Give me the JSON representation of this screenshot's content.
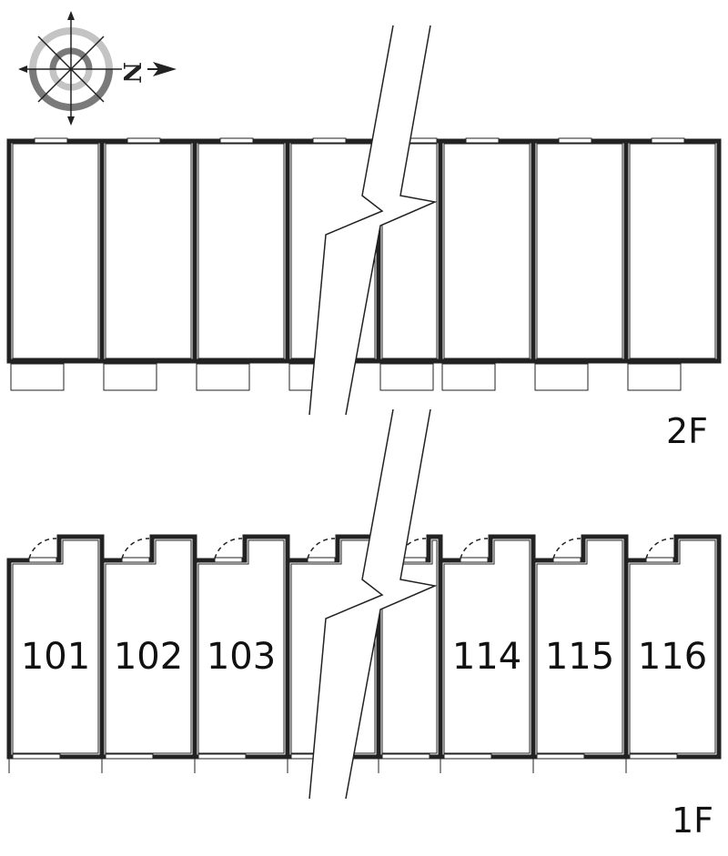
{
  "compass": {
    "north_letter": "N",
    "ring_outer_color": "#7a7a7a",
    "ring_light_color": "#c4c4c4"
  },
  "floors": [
    {
      "label": "2F",
      "units": [
        "",
        "",
        "",
        "",
        "",
        "",
        "",
        ""
      ]
    },
    {
      "label": "1F",
      "units": [
        "101",
        "102",
        "103",
        "",
        "",
        "114",
        "115",
        "116"
      ]
    }
  ],
  "colors": {
    "wall": "#222222",
    "window": "#ffffff"
  }
}
